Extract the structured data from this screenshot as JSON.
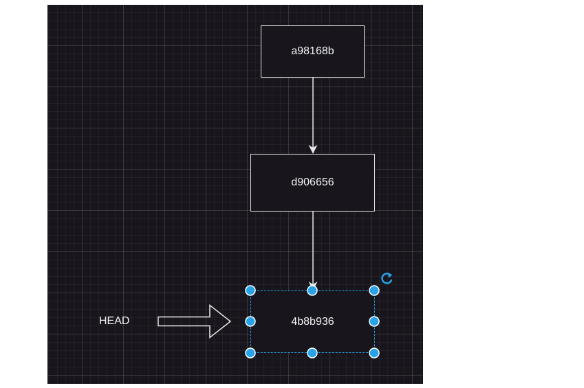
{
  "diagram": {
    "nodes": [
      {
        "id": "a98168b",
        "label": "a98168b"
      },
      {
        "id": "d906656",
        "label": "d906656"
      },
      {
        "id": "4b8b936",
        "label": "4b8b936",
        "selected": true
      }
    ],
    "edges": [
      {
        "from": "a98168b",
        "to": "d906656"
      },
      {
        "from": "d906656",
        "to": "4b8b936"
      }
    ],
    "head_label": "HEAD",
    "head_points_to": "4b8b936"
  },
  "colors": {
    "canvas_bg": "#18161c",
    "stroke": "#e8e8e8",
    "selection": "#29a3e8",
    "text": "#f2f2f2"
  },
  "icons": {
    "rotate_handle": "rotate-icon"
  }
}
